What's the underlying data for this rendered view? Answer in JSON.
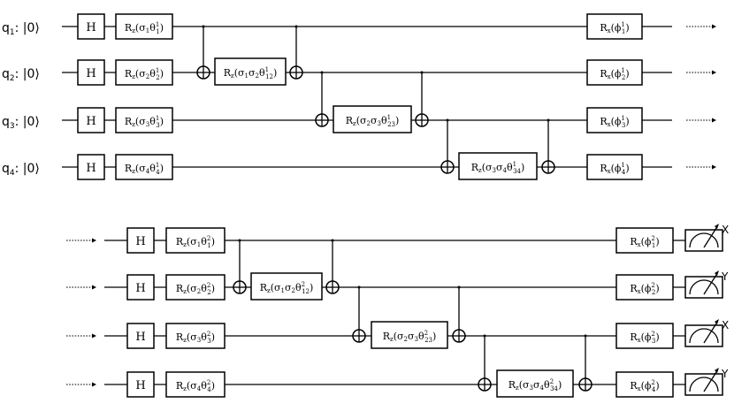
{
  "block1": {
    "qubits": [
      {
        "q": "q",
        "sub": "1",
        "state": ": |0⟩"
      },
      {
        "q": "q",
        "sub": "2",
        "state": ": |0⟩"
      },
      {
        "q": "q",
        "sub": "3",
        "state": ": |0⟩"
      },
      {
        "q": "q",
        "sub": "4",
        "state": ": |0⟩"
      }
    ],
    "h_label": "H",
    "rz": [
      {
        "main": "R",
        "gsub": "z",
        "open": "(σ",
        "s1": "1",
        "theta": "θ",
        "tsup": "1",
        "tsub": "1",
        "close": ")"
      },
      {
        "main": "R",
        "gsub": "z",
        "open": "(σ",
        "s1": "2",
        "theta": "θ",
        "tsup": "1",
        "tsub": "2",
        "close": ")"
      },
      {
        "main": "R",
        "gsub": "z",
        "open": "(σ",
        "s1": "3",
        "theta": "θ",
        "tsup": "1",
        "tsub": "3",
        "close": ")"
      },
      {
        "main": "R",
        "gsub": "z",
        "open": "(σ",
        "s1": "4",
        "theta": "θ",
        "tsup": "1",
        "tsub": "4",
        "close": ")"
      }
    ],
    "rzz": [
      {
        "main": "R",
        "gsub": "z",
        "open": "(σ",
        "s1": "1",
        "sig2": "σ",
        "s2": "2",
        "theta": "θ",
        "tsup": "1",
        "tsub": "12",
        "close": ")"
      },
      {
        "main": "R",
        "gsub": "z",
        "open": "(σ",
        "s1": "2",
        "sig2": "σ",
        "s2": "3",
        "theta": "θ",
        "tsup": "1",
        "tsub": "23",
        "close": ")"
      },
      {
        "main": "R",
        "gsub": "z",
        "open": "(σ",
        "s1": "3",
        "sig2": "σ",
        "s2": "4",
        "theta": "θ",
        "tsup": "1",
        "tsub": "34",
        "close": ")"
      }
    ],
    "rx": [
      {
        "main": "R",
        "gsub": "x",
        "open": "(",
        "phi": "ϕ",
        "psup": "1",
        "psub": "1",
        "close": ")"
      },
      {
        "main": "R",
        "gsub": "x",
        "open": "(",
        "phi": "ϕ",
        "psup": "1",
        "psub": "2",
        "close": ")"
      },
      {
        "main": "R",
        "gsub": "x",
        "open": "(",
        "phi": "ϕ",
        "psup": "1",
        "psub": "3",
        "close": ")"
      },
      {
        "main": "R",
        "gsub": "x",
        "open": "(",
        "phi": "ϕ",
        "psup": "1",
        "psub": "4",
        "close": ")"
      }
    ]
  },
  "block2": {
    "h_label": "H",
    "rz": [
      {
        "main": "R",
        "gsub": "z",
        "open": "(σ",
        "s1": "1",
        "theta": "θ",
        "tsup": "2",
        "tsub": "1",
        "close": ")"
      },
      {
        "main": "R",
        "gsub": "z",
        "open": "(σ",
        "s1": "2",
        "theta": "θ",
        "tsup": "2",
        "tsub": "2",
        "close": ")"
      },
      {
        "main": "R",
        "gsub": "z",
        "open": "(σ",
        "s1": "3",
        "theta": "θ",
        "tsup": "2",
        "tsub": "3",
        "close": ")"
      },
      {
        "main": "R",
        "gsub": "z",
        "open": "(σ",
        "s1": "4",
        "theta": "θ",
        "tsup": "2",
        "tsub": "4",
        "close": ")"
      }
    ],
    "rzz": [
      {
        "main": "R",
        "gsub": "z",
        "open": "(σ",
        "s1": "1",
        "sig2": "σ",
        "s2": "2",
        "theta": "θ",
        "tsup": "2",
        "tsub": "12",
        "close": ")"
      },
      {
        "main": "R",
        "gsub": "z",
        "open": "(σ",
        "s1": "2",
        "sig2": "σ",
        "s2": "3",
        "theta": "θ",
        "tsup": "2",
        "tsub": "23",
        "close": ")"
      },
      {
        "main": "R",
        "gsub": "z",
        "open": "(σ",
        "s1": "3",
        "sig2": "σ",
        "s2": "4",
        "theta": "θ",
        "tsup": "2",
        "tsub": "34",
        "close": ")"
      }
    ],
    "rx": [
      {
        "main": "R",
        "gsub": "x",
        "open": "(",
        "phi": "ϕ",
        "psup": "2",
        "psub": "1",
        "close": ")"
      },
      {
        "main": "R",
        "gsub": "x",
        "open": "(",
        "phi": "ϕ",
        "psup": "2",
        "psub": "2",
        "close": ")"
      },
      {
        "main": "R",
        "gsub": "x",
        "open": "(",
        "phi": "ϕ",
        "psup": "2",
        "psub": "3",
        "close": ")"
      },
      {
        "main": "R",
        "gsub": "x",
        "open": "(",
        "phi": "ϕ",
        "psup": "2",
        "psub": "4",
        "close": ")"
      }
    ],
    "measure_bases": [
      "X",
      "Y",
      "X",
      "Y"
    ]
  }
}
